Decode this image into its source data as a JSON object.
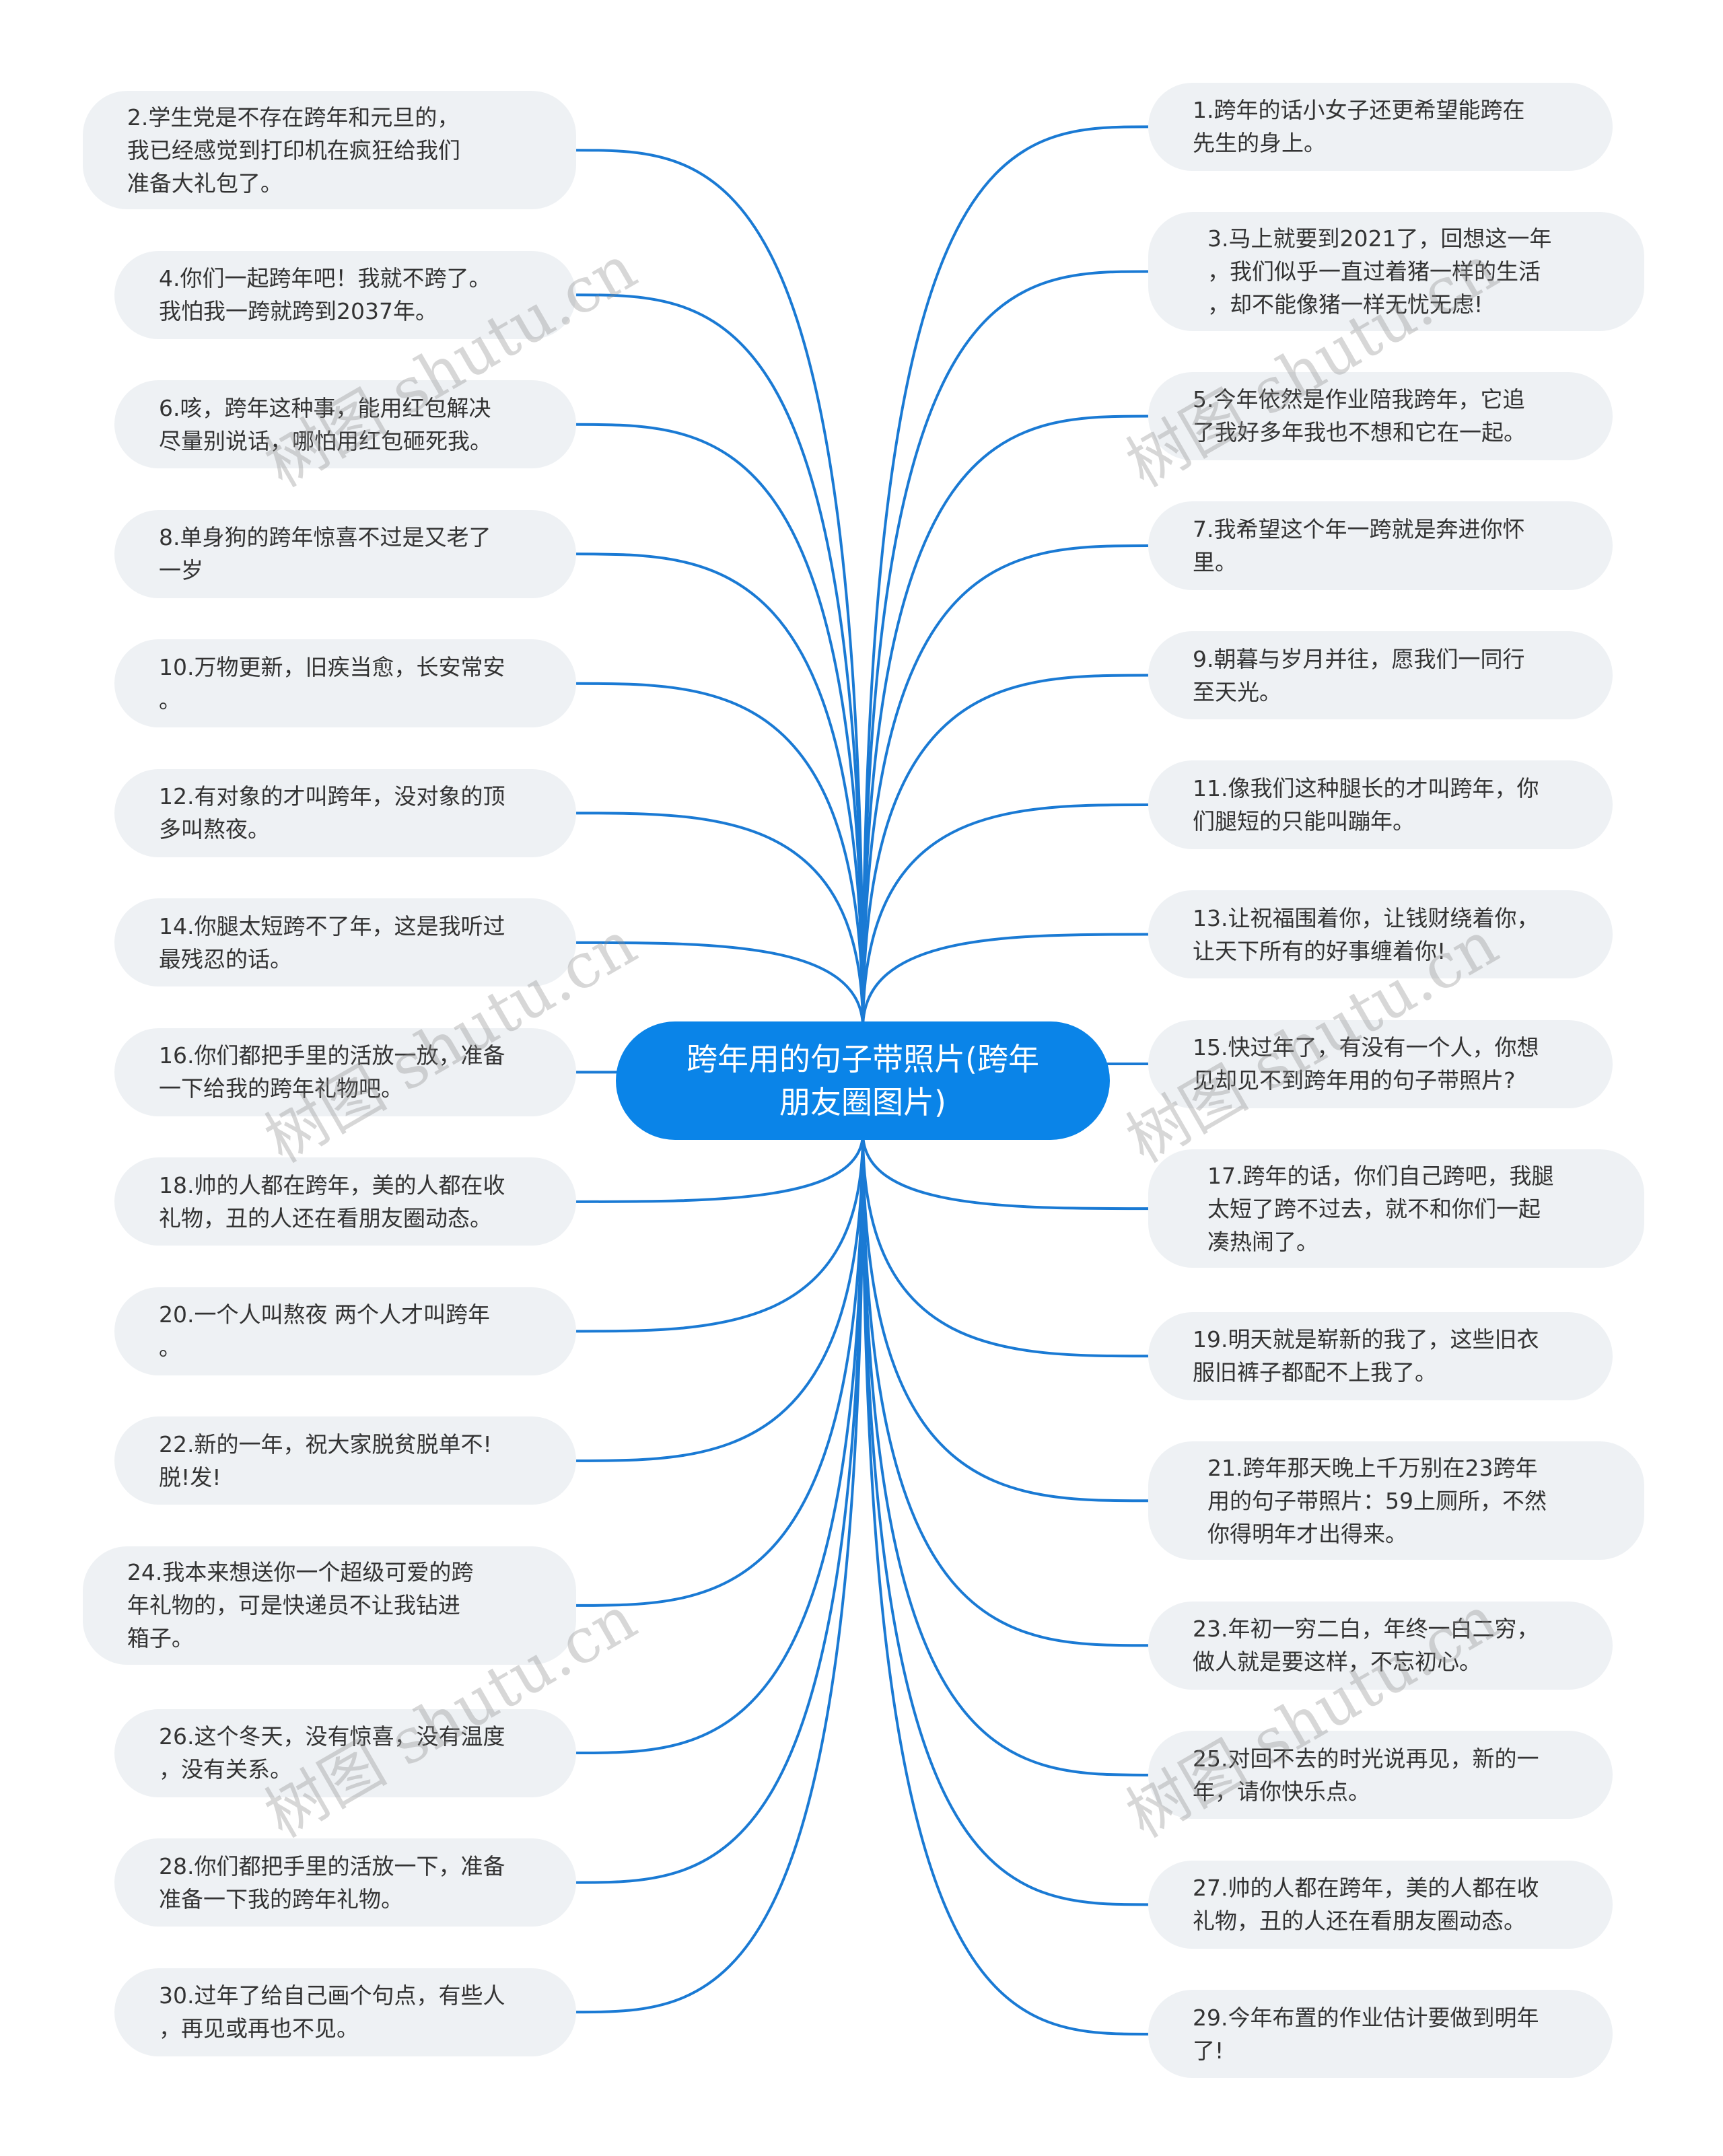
{
  "title": "跨年用的句子带照片(跨年\n朋友圈图片)",
  "watermark": "树图 shutu.cn",
  "colors": {
    "accent": "#0a84e8",
    "link": "#1a7ad4",
    "node_bg": "#eef1f4",
    "text": "#333333"
  },
  "left_nodes": [
    {
      "text": "2.学生党是不存在跨年和元旦的，\n我已经感觉到打印机在疯狂给我们\n准备大礼包了。"
    },
    {
      "text": "4.你们一起跨年吧！我就不跨了。\n我怕我一跨就跨到2037年。"
    },
    {
      "text": "6.咳，跨年这种事，能用红包解决\n尽量别说话，哪怕用红包砸死我。"
    },
    {
      "text": "8.单身狗的跨年惊喜不过是又老了\n一岁"
    },
    {
      "text": "10.万物更新，旧疾当愈，长安常安\n。"
    },
    {
      "text": "12.有对象的才叫跨年，没对象的顶\n多叫熬夜。"
    },
    {
      "text": "14.你腿太短跨不了年，这是我听过\n最残忍的话。"
    },
    {
      "text": "16.你们都把手里的活放一放，准备\n一下给我的跨年礼物吧。"
    },
    {
      "text": "18.帅的人都在跨年，美的人都在收\n礼物，丑的人还在看朋友圈动态。"
    },
    {
      "text": "20.一个人叫熬夜 两个人才叫跨年\n。"
    },
    {
      "text": "22.新的一年，祝大家脱贫脱单不!\n脱!发!"
    },
    {
      "text": "24.我本来想送你一个超级可爱的跨\n年礼物的，可是快递员不让我钻进\n箱子。"
    },
    {
      "text": "26.这个冬天，没有惊喜，没有温度\n，没有关系。"
    },
    {
      "text": "28.你们都把手里的活放一下，准备\n准备一下我的跨年礼物。"
    },
    {
      "text": "30.过年了给自己画个句点，有些人\n，再见或再也不见。"
    }
  ],
  "right_nodes": [
    {
      "text": "1.跨年的话小女子还更希望能跨在\n先生的身上。"
    },
    {
      "text": "3.马上就要到2021了，回想这一年\n，我们似乎一直过着猪一样的生活\n，却不能像猪一样无忧无虑!"
    },
    {
      "text": "5.今年依然是作业陪我跨年，它追\n了我好多年我也不想和它在一起。"
    },
    {
      "text": "7.我希望这个年一跨就是奔进你怀\n里。"
    },
    {
      "text": "9.朝暮与岁月并往，愿我们一同行\n至天光。"
    },
    {
      "text": "11.像我们这种腿长的才叫跨年，你\n们腿短的只能叫蹦年。"
    },
    {
      "text": "13.让祝福围着你，让钱财绕着你，\n让天下所有的好事缠着你!"
    },
    {
      "text": "15.快过年了，有没有一个人，你想\n见却见不到跨年用的句子带照片?"
    },
    {
      "text": "17.跨年的话，你们自己跨吧，我腿\n太短了跨不过去，就不和你们一起\n凑热闹了。"
    },
    {
      "text": "19.明天就是崭新的我了，这些旧衣\n服旧裤子都配不上我了。"
    },
    {
      "text": "21.跨年那天晚上千万别在23跨年\n用的句子带照片：59上厕所，不然\n你得明年才出得来。"
    },
    {
      "text": "23.年初一穷二白，年终一白二穷，\n做人就是要这样，不忘初心。"
    },
    {
      "text": "25.对回不去的时光说再见，新的一\n年，请你快乐点。"
    },
    {
      "text": "27.帅的人都在跨年，美的人都在收\n礼物，丑的人还在看朋友圈动态。"
    },
    {
      "text": "29.今年布置的作业估计要做到明年\n了!"
    }
  ]
}
